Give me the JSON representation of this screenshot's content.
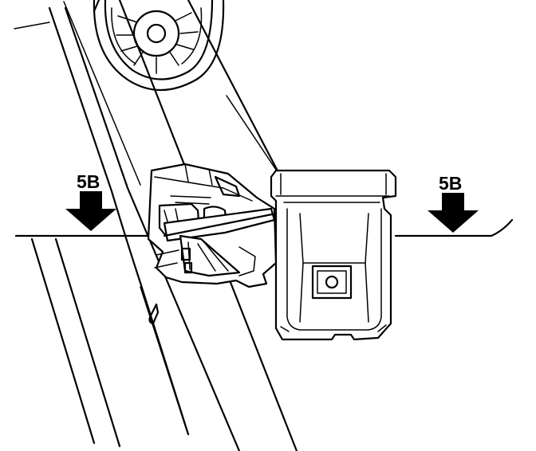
{
  "diagram": {
    "section_labels": [
      {
        "text": "5B",
        "side": "left"
      },
      {
        "text": "5B",
        "side": "right"
      }
    ],
    "colors": {
      "ink": "#000000",
      "paper": "#ffffff"
    },
    "icons": [
      "section-arrow-down",
      "window-regulator-motor",
      "retainer-clip",
      "door-glass"
    ]
  }
}
